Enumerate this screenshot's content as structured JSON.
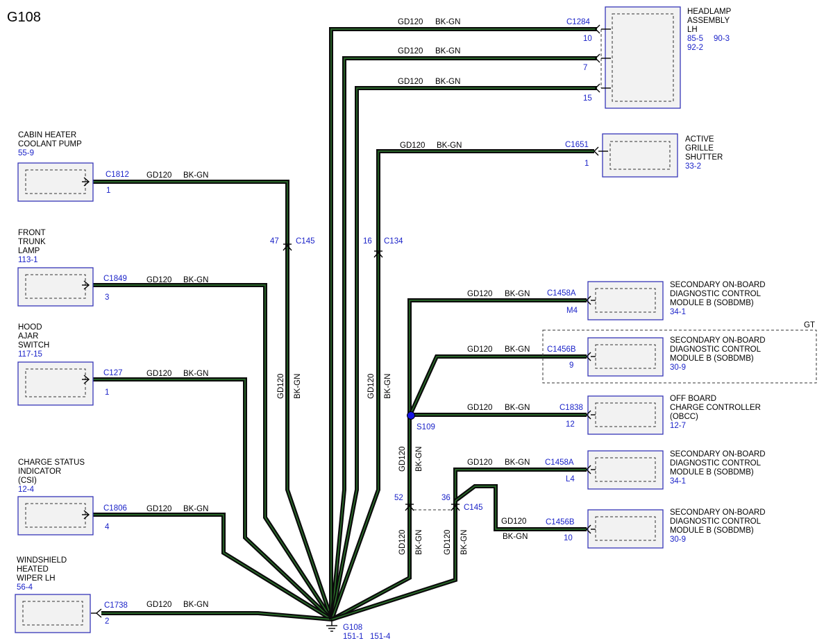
{
  "diagram_title": "G108",
  "wire": {
    "gauge": "GD120",
    "color": "BK-GN"
  },
  "ground": {
    "name": "G108",
    "ref1": "151-1",
    "ref2": "151-4"
  },
  "splice": {
    "name": "S109"
  },
  "group_label": "GT",
  "inline_connectors": {
    "c145_upper": {
      "name": "C145",
      "pin": "47"
    },
    "c134": {
      "name": "C134",
      "pin": "16"
    },
    "c145_lower": {
      "name": "C145",
      "pin_a": "52",
      "pin_b": "36"
    }
  },
  "components": [
    {
      "id": "cabin_heater",
      "lines": [
        "CABIN HEATER",
        "COOLANT PUMP"
      ],
      "ref": "55-9",
      "connector": "C1812",
      "pin": "1"
    },
    {
      "id": "front_trunk",
      "lines": [
        "FRONT",
        "TRUNK",
        "LAMP"
      ],
      "ref": "113-1",
      "connector": "C1849",
      "pin": "3"
    },
    {
      "id": "hood_ajar",
      "lines": [
        "HOOD",
        "AJAR",
        "SWITCH"
      ],
      "ref": "117-15",
      "connector": "C127",
      "pin": "1"
    },
    {
      "id": "csi",
      "lines": [
        "CHARGE STATUS",
        "INDICATOR",
        "(CSI)"
      ],
      "ref": "12-4",
      "connector": "C1806",
      "pin": "4"
    },
    {
      "id": "wiper",
      "lines": [
        "WINDSHIELD",
        "HEATED",
        "WIPER LH"
      ],
      "ref": "56-4",
      "connector": "C1738",
      "pin": "2"
    },
    {
      "id": "headlamp",
      "lines": [
        "HEADLAMP",
        "ASSEMBLY",
        "LH"
      ],
      "refs": [
        "85-5",
        "90-3",
        "92-2"
      ],
      "connector": "C1284",
      "pins": [
        "10",
        "7",
        "15"
      ]
    },
    {
      "id": "grille",
      "lines": [
        "ACTIVE",
        "GRILLE",
        "SHUTTER"
      ],
      "ref": "33-2",
      "connector": "C1651",
      "pin": "1"
    },
    {
      "id": "sobdmb1",
      "lines": [
        "SECONDARY ON-BOARD",
        "DIAGNOSTIC CONTROL",
        "MODULE B (SOBDMB)"
      ],
      "ref": "34-1",
      "connector": "C1458A",
      "pin": "M4"
    },
    {
      "id": "sobdmb2",
      "lines": [
        "SECONDARY ON-BOARD",
        "DIAGNOSTIC CONTROL",
        "MODULE B (SOBDMB)"
      ],
      "ref": "30-9",
      "connector": "C1456B",
      "pin": "9"
    },
    {
      "id": "obcc",
      "lines": [
        "OFF BOARD",
        "CHARGE CONTROLLER",
        "(OBCC)"
      ],
      "ref": "12-7",
      "connector": "C1838",
      "pin": "12"
    },
    {
      "id": "sobdmb3",
      "lines": [
        "SECONDARY ON-BOARD",
        "DIAGNOSTIC CONTROL",
        "MODULE B (SOBDMB)"
      ],
      "ref": "34-1",
      "connector": "C1458A",
      "pin": "L4"
    },
    {
      "id": "sobdmb4",
      "lines": [
        "SECONDARY ON-BOARD",
        "DIAGNOSTIC CONTROL",
        "MODULE B (SOBDMB)"
      ],
      "ref": "30-9",
      "connector": "C1456B",
      "pin": "10"
    }
  ]
}
